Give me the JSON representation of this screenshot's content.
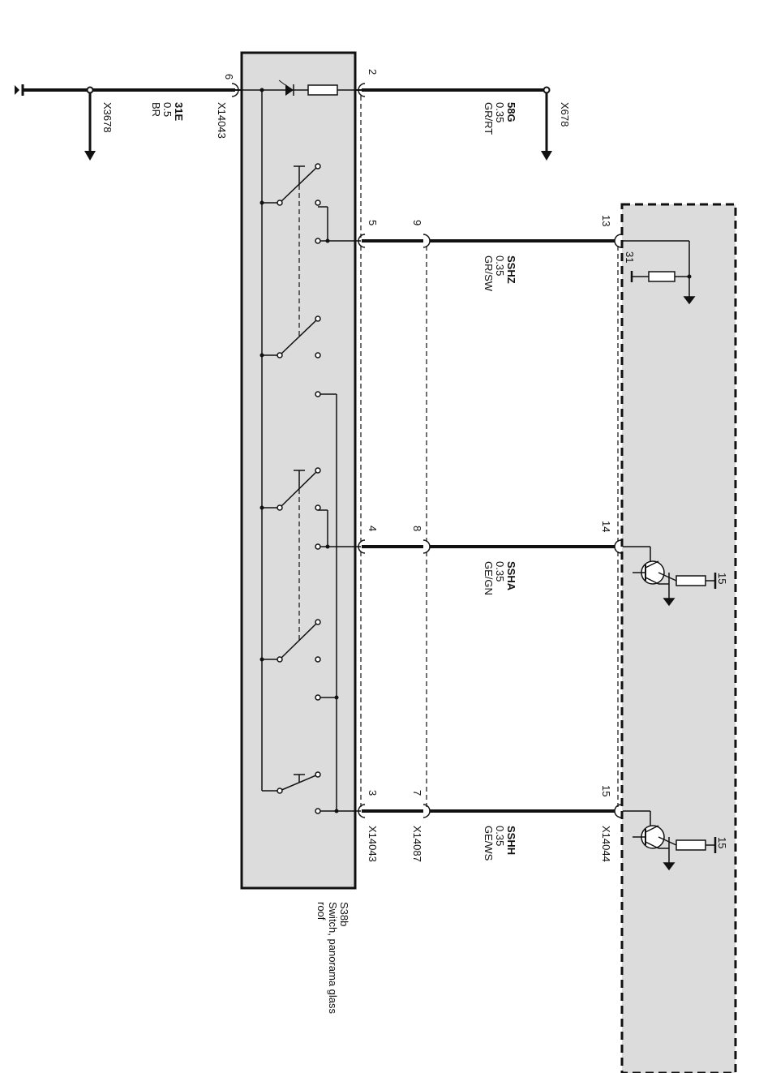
{
  "component": {
    "id": "S38b",
    "name_line1": "Switch, panorama glass",
    "name_line2": "roof"
  },
  "connectors": {
    "x14043": "X14043",
    "x14087": "X14087",
    "x14044": "X14044",
    "x3678": "X3678",
    "x678": "X678"
  },
  "pins": {
    "p6": "6",
    "p2": "2",
    "p5": "5",
    "p9": "9",
    "p13": "13",
    "p31": "31",
    "p4": "4",
    "p8": "8",
    "p14": "14",
    "p15a": "15",
    "p3": "3",
    "p7": "7",
    "p15b": "15",
    "p15c": "15"
  },
  "wires": {
    "ground": {
      "signal": "31E",
      "size": "0.5",
      "color": "BR"
    },
    "lighting": {
      "signal": "58G",
      "size": "0.35",
      "color": "GR/RT"
    },
    "sshz": {
      "signal": "SSHZ",
      "size": "0.35",
      "color": "GR/SW"
    },
    "ssha": {
      "signal": "SSHA",
      "size": "0.35",
      "color": "GE/GN"
    },
    "sshh": {
      "signal": "SSHH",
      "size": "0.35",
      "color": "GE/WS"
    }
  }
}
